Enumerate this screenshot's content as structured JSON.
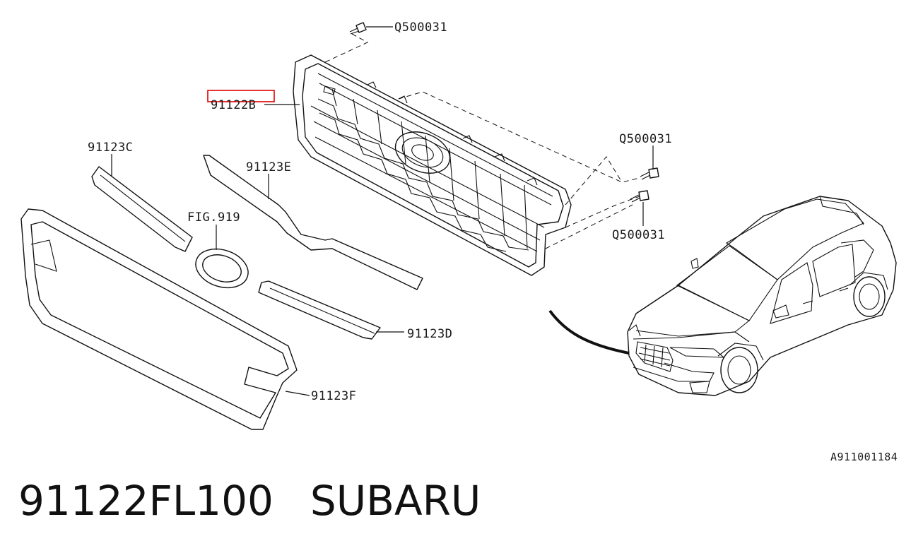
{
  "labels": {
    "screw_top": "Q500031",
    "grille_main": "91122B",
    "screw_right_upper": "Q500031",
    "screw_right_lower": "Q500031",
    "molding_c": "91123C",
    "molding_e": "91123E",
    "emblem_ref": "FIG.919",
    "molding_d": "91123D",
    "molding_f": "91123F"
  },
  "highlight_color": "#e00000",
  "drawing_ref": "A911001184",
  "footer": {
    "part_number": "91122FL100",
    "brand": "SUBARU"
  }
}
